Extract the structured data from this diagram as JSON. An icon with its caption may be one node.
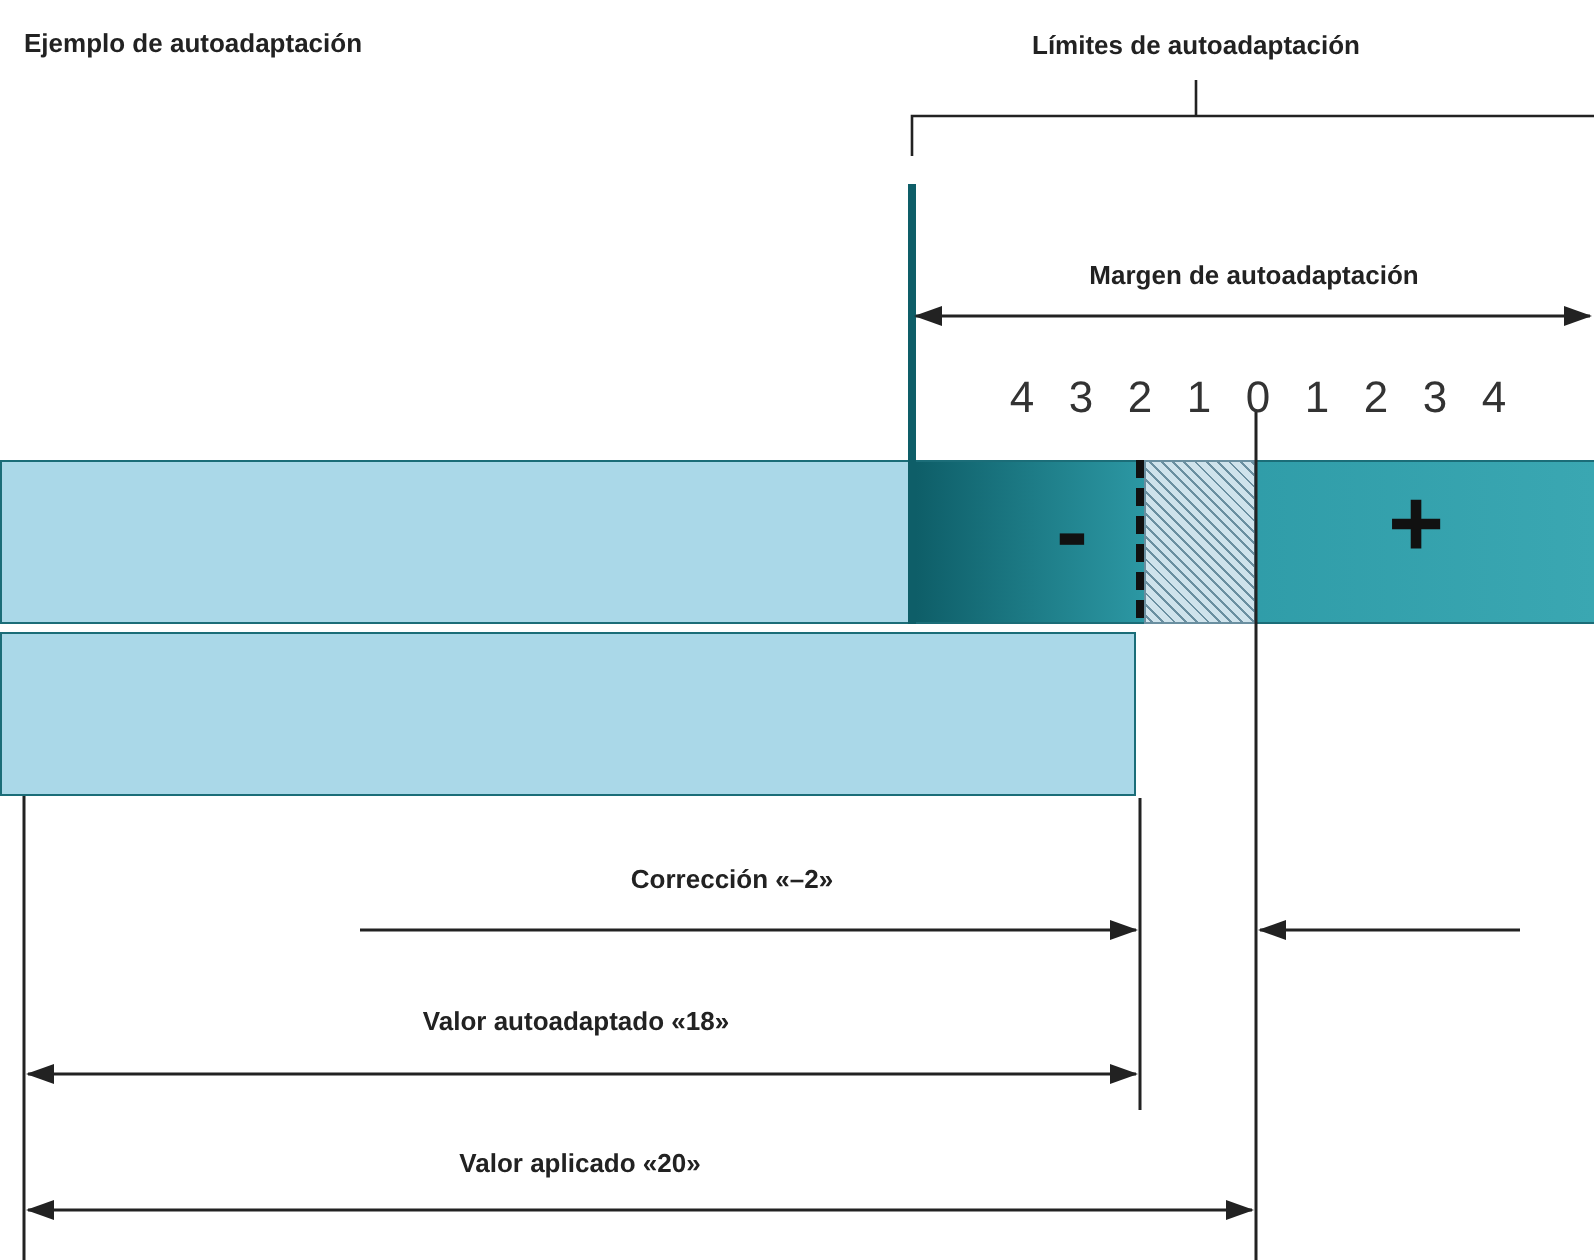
{
  "diagram": {
    "title": "Ejemplo de autoadaptación",
    "nodes": [
      {
        "text": [],
        "shape": "bar"
      },
      {
        "text": [
          "-",
          "+"
        ]
      },
      {
        "text": [],
        "shape": "box",
        "in": 1
      },
      {
        "text": [],
        "shape": "bar"
      }
    ],
    "labels": [
      "Límites de autoadaptación",
      "Margen de autoadaptación",
      "4",
      "3",
      "2",
      "1",
      "0",
      "1",
      "2",
      "3",
      "4",
      "Corrección «–2»",
      "Valor autoadaptado «18»",
      "Valor aplicado «20»"
    ]
  }
}
